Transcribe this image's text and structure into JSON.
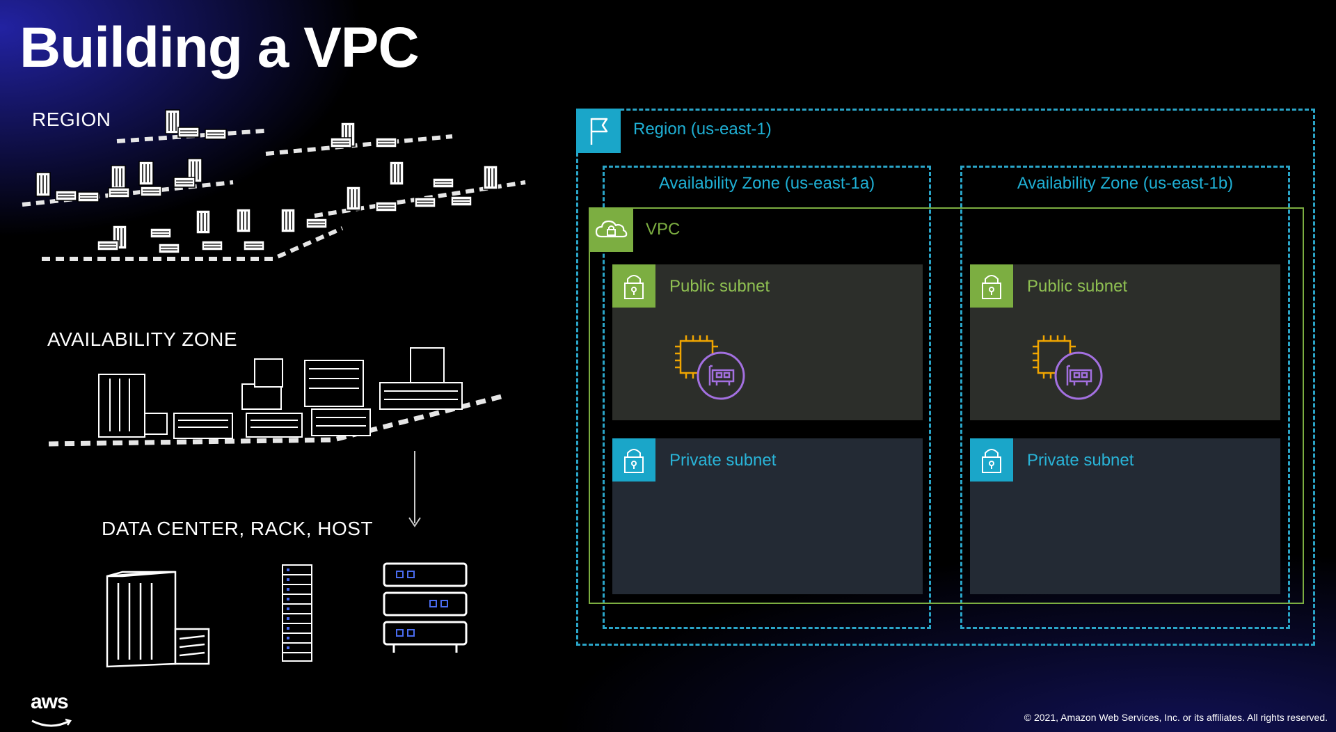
{
  "slide": {
    "title": "Building a VPC",
    "copyright": "© 2021, Amazon Web Services, Inc. or its affiliates. All rights reserved.",
    "logo_text": "aws"
  },
  "tiers": {
    "region": "REGION",
    "availability_zone": "AVAILABILITY ZONE",
    "data_center": "DATA CENTER, RACK, HOST"
  },
  "diagram": {
    "region_label": "Region (us-east-1)",
    "az_a_label": "Availability Zone (us-east-1a)",
    "az_b_label": "Availability Zone (us-east-1b)",
    "vpc_label": "VPC",
    "public_subnet_label": "Public subnet",
    "private_subnet_label": "Private subnet",
    "colors": {
      "region": "#1aa6c9",
      "vpc": "#7cae41",
      "public_subnet": "#2c2e2a",
      "private_subnet": "#232a34",
      "ec2": "#f0a500",
      "eni": "#a370e0"
    }
  }
}
